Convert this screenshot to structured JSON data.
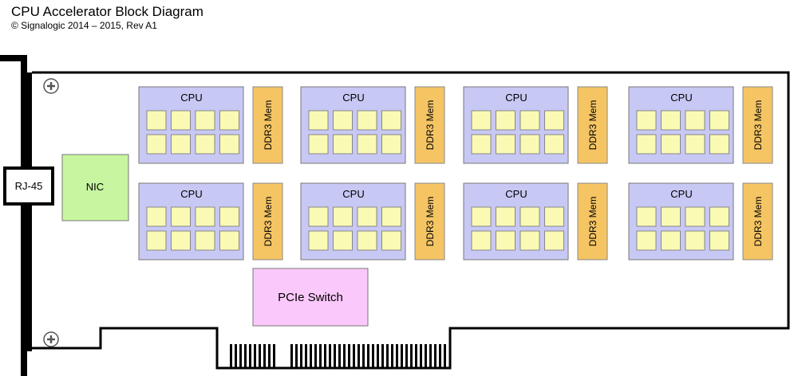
{
  "header": {
    "title": "CPU Accelerator Block Diagram",
    "subtitle": "© Signalogic 2014 – 2015, Rev A1"
  },
  "blocks": {
    "rj45": "RJ-45",
    "nic": "NIC",
    "pcie_switch": "PCIe Switch",
    "cpu_label": "CPU",
    "mem_label": "DDR3 Mem"
  },
  "colors": {
    "cpu_fill": "#c8c8f5",
    "core_fill": "#fafab4",
    "mem_fill": "#f5c564",
    "nic_fill": "#c8f5a0",
    "pcie_fill": "#fac8fa",
    "board_stroke": "#000000"
  },
  "icons": [
    "screw-icon"
  ]
}
